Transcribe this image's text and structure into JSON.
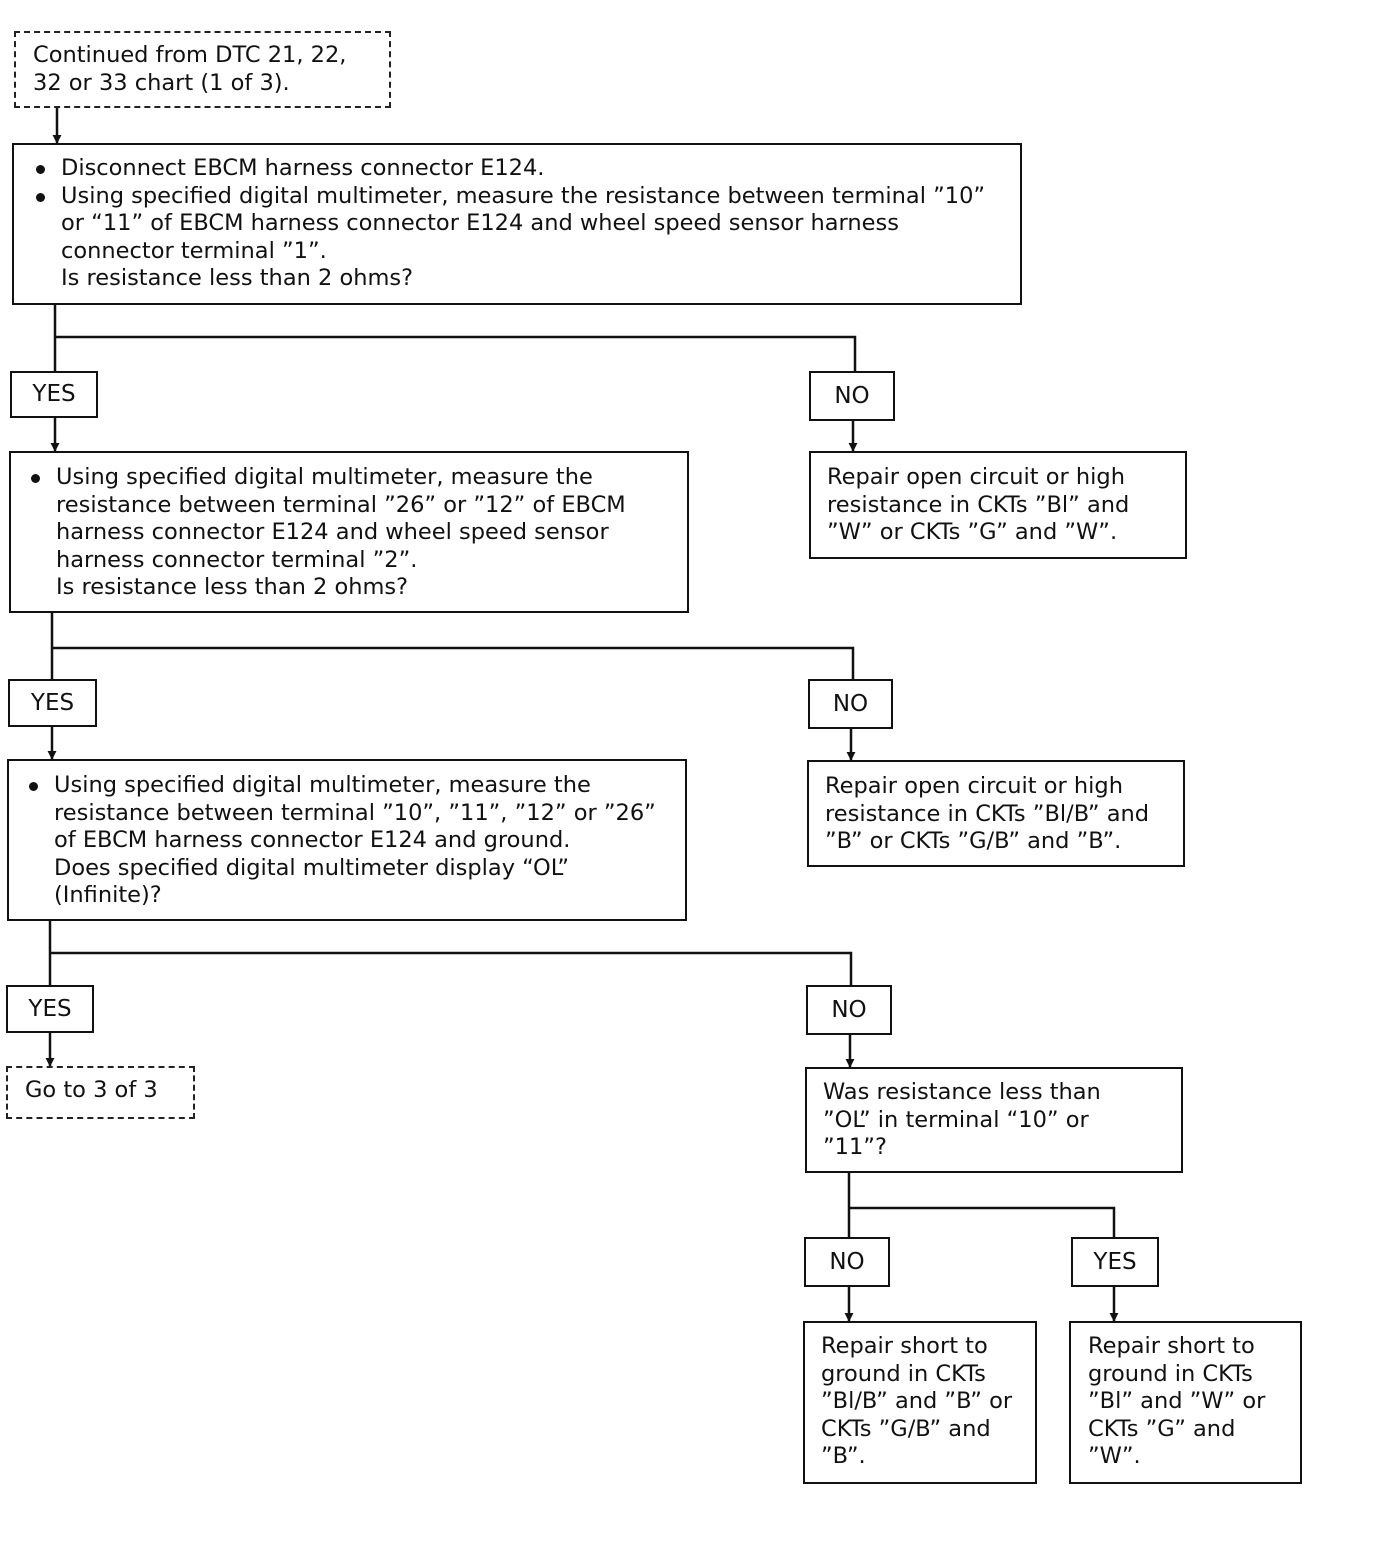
{
  "start": {
    "lines": [
      "Continued from DTC 21, 22,",
      "32 or 33 chart (1 of 3)."
    ]
  },
  "step1": {
    "bullets": [
      [
        "Disconnect EBCM harness connector E124."
      ],
      [
        "Using specified digital multimeter, measure the resistance between terminal ”10”",
        "or “11” of EBCM harness connector E124 and wheel speed sensor harness",
        "connector terminal ”1”."
      ]
    ],
    "question": "Is resistance less than 2 ohms?"
  },
  "step2": {
    "bullets": [
      [
        "Using specified digital multimeter, measure the",
        "resistance between terminal ”26” or ”12” of EBCM",
        "harness connector E124 and wheel speed sensor",
        "harness connector terminal ”2”."
      ]
    ],
    "question": "Is resistance less than 2 ohms?"
  },
  "step3": {
    "bullets": [
      [
        "Using specified digital multimeter, measure the",
        "resistance between terminal ”10”, ”11”, ”12” or ”26”",
        "of EBCM harness connector E124 and ground.",
        "Does specified digital multimeter display “OL”",
        "(Infinite)?"
      ]
    ]
  },
  "labels": {
    "yes": "YES",
    "no": "NO"
  },
  "repair1": {
    "lines": [
      "Repair open circuit or high",
      "resistance in CKTs ”Bl” and",
      "”W” or CKTs ”G” and ”W”."
    ]
  },
  "repair2": {
    "lines": [
      "Repair open circuit or high",
      "resistance in CKTs ”Bl/B” and",
      "”B” or CKTs ”G/B” and ”B”."
    ]
  },
  "goto": {
    "text": "Go to 3 of 3"
  },
  "question4": {
    "lines": [
      "Was resistance less than",
      "”OL” in terminal “10” or",
      "”11”?"
    ]
  },
  "repair3": {
    "lines": [
      "Repair short to",
      "ground in CKTs",
      "”Bl/B” and ”B” or",
      "CKTs ”G/B” and",
      "”B”."
    ]
  },
  "repair4": {
    "lines": [
      "Repair short to",
      "ground in CKTs",
      "”Bl” and ”W” or",
      "CKTs ”G” and",
      "”W”."
    ]
  }
}
